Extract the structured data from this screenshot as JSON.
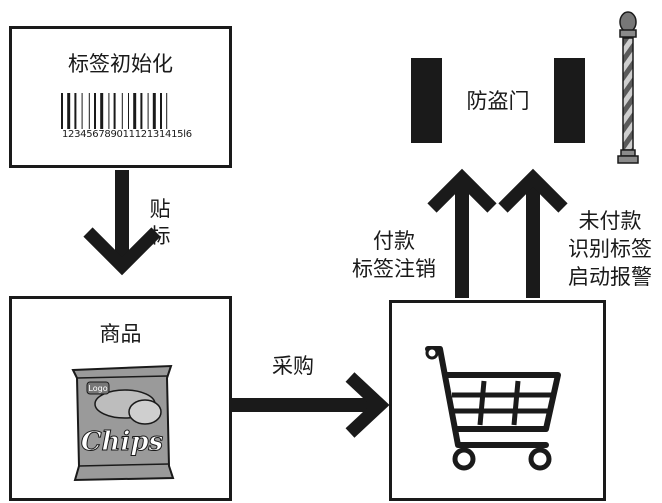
{
  "init_box": {
    "title": "标签初始化",
    "barcode_digits": "12345678901112131415l6"
  },
  "step_label": {
    "text": "贴标"
  },
  "goods_box": {
    "title": "商品",
    "package_text": "Chips",
    "logo_text": "Logo"
  },
  "purchase": {
    "label": "采购"
  },
  "gate": {
    "title": "防盗门"
  },
  "paid": {
    "line1": "付款",
    "line2": "标签注销"
  },
  "unpaid": {
    "line1": "未付款",
    "line2": "识别标签",
    "line3": "启动报警"
  },
  "colors": {
    "stroke": "#1a1a1a",
    "fill": "#333333",
    "pole_stripe": "#8a8a8a",
    "package": "#9a9a9a"
  }
}
